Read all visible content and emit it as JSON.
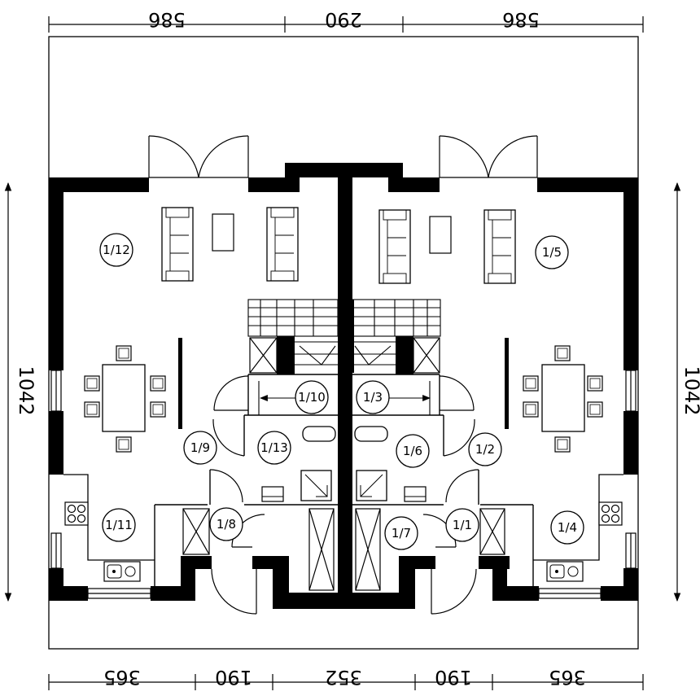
{
  "dimensions": {
    "top": [
      "586",
      "290",
      "586"
    ],
    "bottom": [
      "365",
      "190",
      "352",
      "190",
      "365"
    ],
    "left": "1042",
    "right": "1042"
  },
  "rooms": {
    "r1_12": "1/12",
    "r1_5": "1/5",
    "r1_10": "1/10",
    "r1_3": "1/3",
    "r1_9": "1/9",
    "r1_13": "1/13",
    "r1_6": "1/6",
    "r1_2": "1/2",
    "r1_11": "1/11",
    "r1_8": "1/8",
    "r1_7": "1/7",
    "r1_1": "1/1",
    "r1_4": "1/4"
  },
  "colors": {
    "wall": "#000000",
    "line": "#000000",
    "background": "#ffffff"
  }
}
